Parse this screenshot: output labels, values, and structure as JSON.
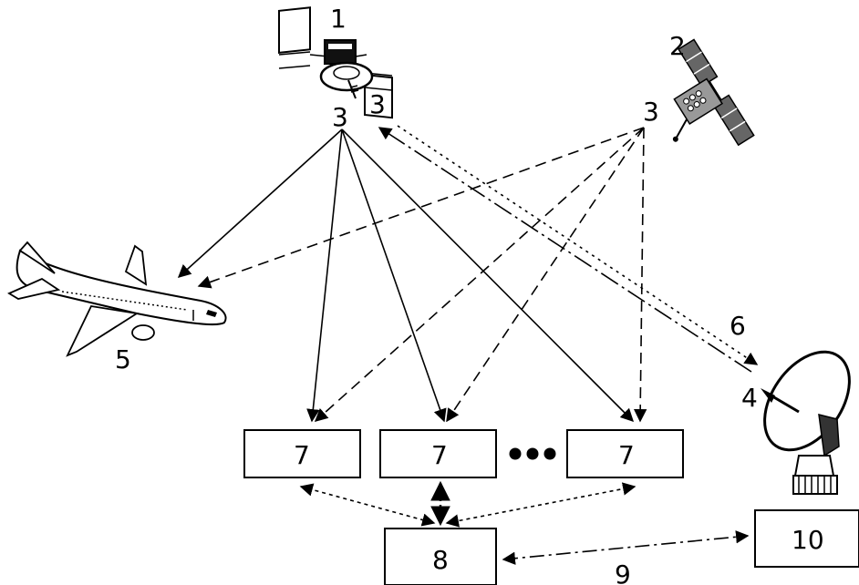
{
  "labels": {
    "satellite_1": "1",
    "satellite_2": "2",
    "transponder_sat1_antenna": "3",
    "transponder_sat1_link": "3",
    "transponder_sat2": "3",
    "ground_antenna": "4",
    "aircraft": "5",
    "uplink": "6",
    "receiver_a": "7",
    "receiver_b": "7",
    "receiver_c": "7",
    "central_station": "8",
    "data_link": "9",
    "control_center": "10"
  },
  "colors": {
    "stroke": "#000000",
    "background": "#ffffff"
  }
}
